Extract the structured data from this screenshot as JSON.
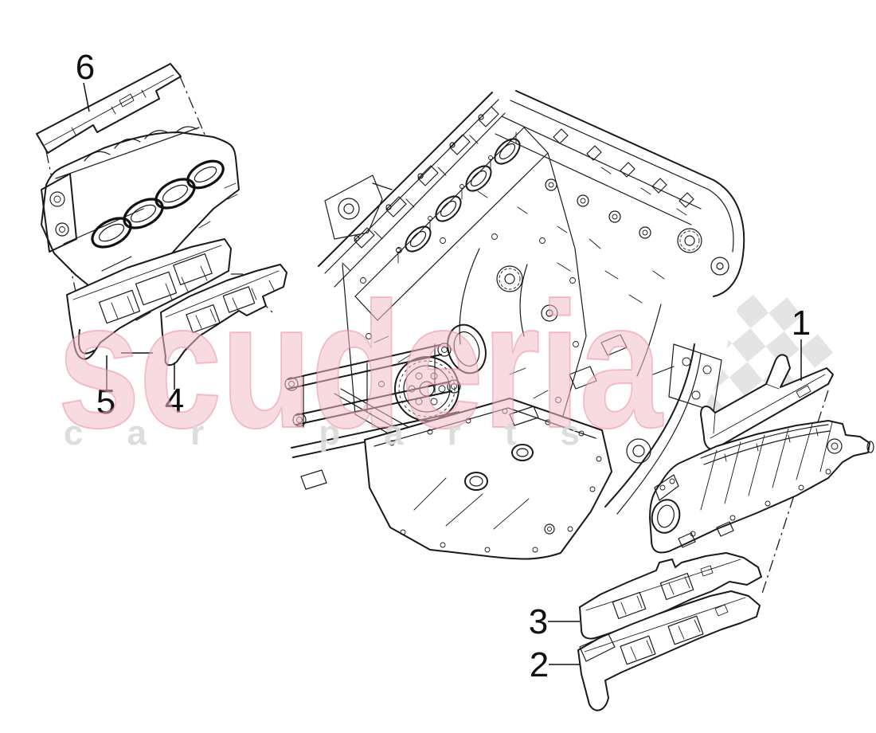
{
  "diagram": {
    "callouts": [
      {
        "number": "1"
      },
      {
        "number": "2"
      },
      {
        "number": "3"
      },
      {
        "number": "4"
      },
      {
        "number": "5"
      },
      {
        "number": "6"
      }
    ],
    "watermark": {
      "brand": "scuderia",
      "tagline": "car parts"
    },
    "colors": {
      "line": "#1a1a1a",
      "watermark_pink": "#ef8ba0",
      "watermark_pink_stroke": "#e87e95",
      "watermark_gray": "#d9d9d9",
      "flag_gray": "#e4e4e4",
      "background": "#ffffff"
    }
  }
}
